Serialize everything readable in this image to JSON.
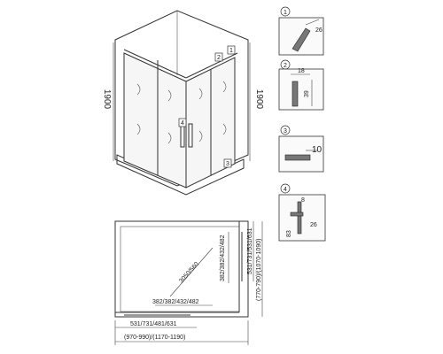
{
  "overall_height_left": "1900",
  "overall_height_right": "1900",
  "markers": {
    "m1": "1",
    "m2": "2",
    "m3": "3",
    "m4": "4"
  },
  "details": {
    "d1": {
      "number": "1",
      "value": "26"
    },
    "d2": {
      "number": "2",
      "value_top": "18",
      "value_side": "39"
    },
    "d3": {
      "number": "3",
      "value": "10"
    },
    "d4": {
      "number": "4",
      "value_top": "8",
      "value_side_a": "26",
      "value_side_b": "83"
    }
  },
  "plan": {
    "opening_width": "382/382/432/482",
    "opening_depth": "382/382/432/482",
    "diagonal": "3050/560",
    "side_inner": "531/731/531/631",
    "side_range": "(770-790)/(1070-1090)",
    "bottom_inner": "531/731/481/631",
    "bottom_range": "(970-990)/(1170-1190)"
  }
}
